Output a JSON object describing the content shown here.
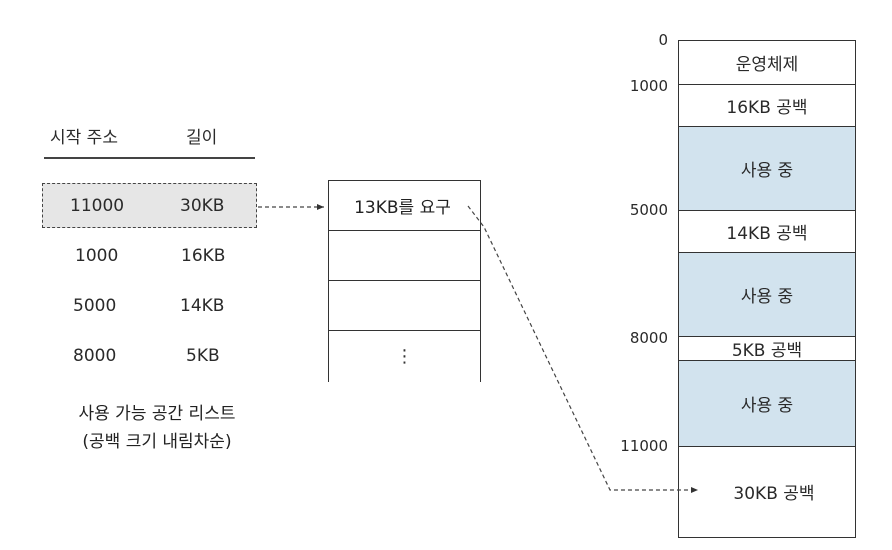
{
  "free_list": {
    "headers": {
      "start": "시작 주소",
      "length": "길이"
    },
    "rows": [
      {
        "start": "11000",
        "length": "30KB"
      },
      {
        "start": "1000",
        "length": "16KB"
      },
      {
        "start": "5000",
        "length": "14KB"
      },
      {
        "start": "8000",
        "length": "5KB"
      }
    ],
    "caption": [
      "사용 가능 공간 리스트",
      "(공백 크기 내림차순)"
    ]
  },
  "request_queue": {
    "items": [
      "13KB를 요구",
      "",
      "",
      "⋮"
    ]
  },
  "memory": {
    "addresses": [
      "0",
      "1000",
      "5000",
      "8000",
      "11000"
    ],
    "blocks": [
      {
        "label": "운영체제",
        "state": "os"
      },
      {
        "label": "16KB 공백",
        "state": "free"
      },
      {
        "label": "사용 중",
        "state": "used"
      },
      {
        "label": "14KB 공백",
        "state": "free"
      },
      {
        "label": "사용 중",
        "state": "used"
      },
      {
        "label": "5KB 공백",
        "state": "free"
      },
      {
        "label": "사용 중",
        "state": "used"
      },
      {
        "label": "30KB 공백",
        "state": "free"
      }
    ]
  },
  "colors": {
    "used_fill": "#d2e3ee",
    "highlight_fill": "#e6e6e6",
    "line": "#333333"
  }
}
